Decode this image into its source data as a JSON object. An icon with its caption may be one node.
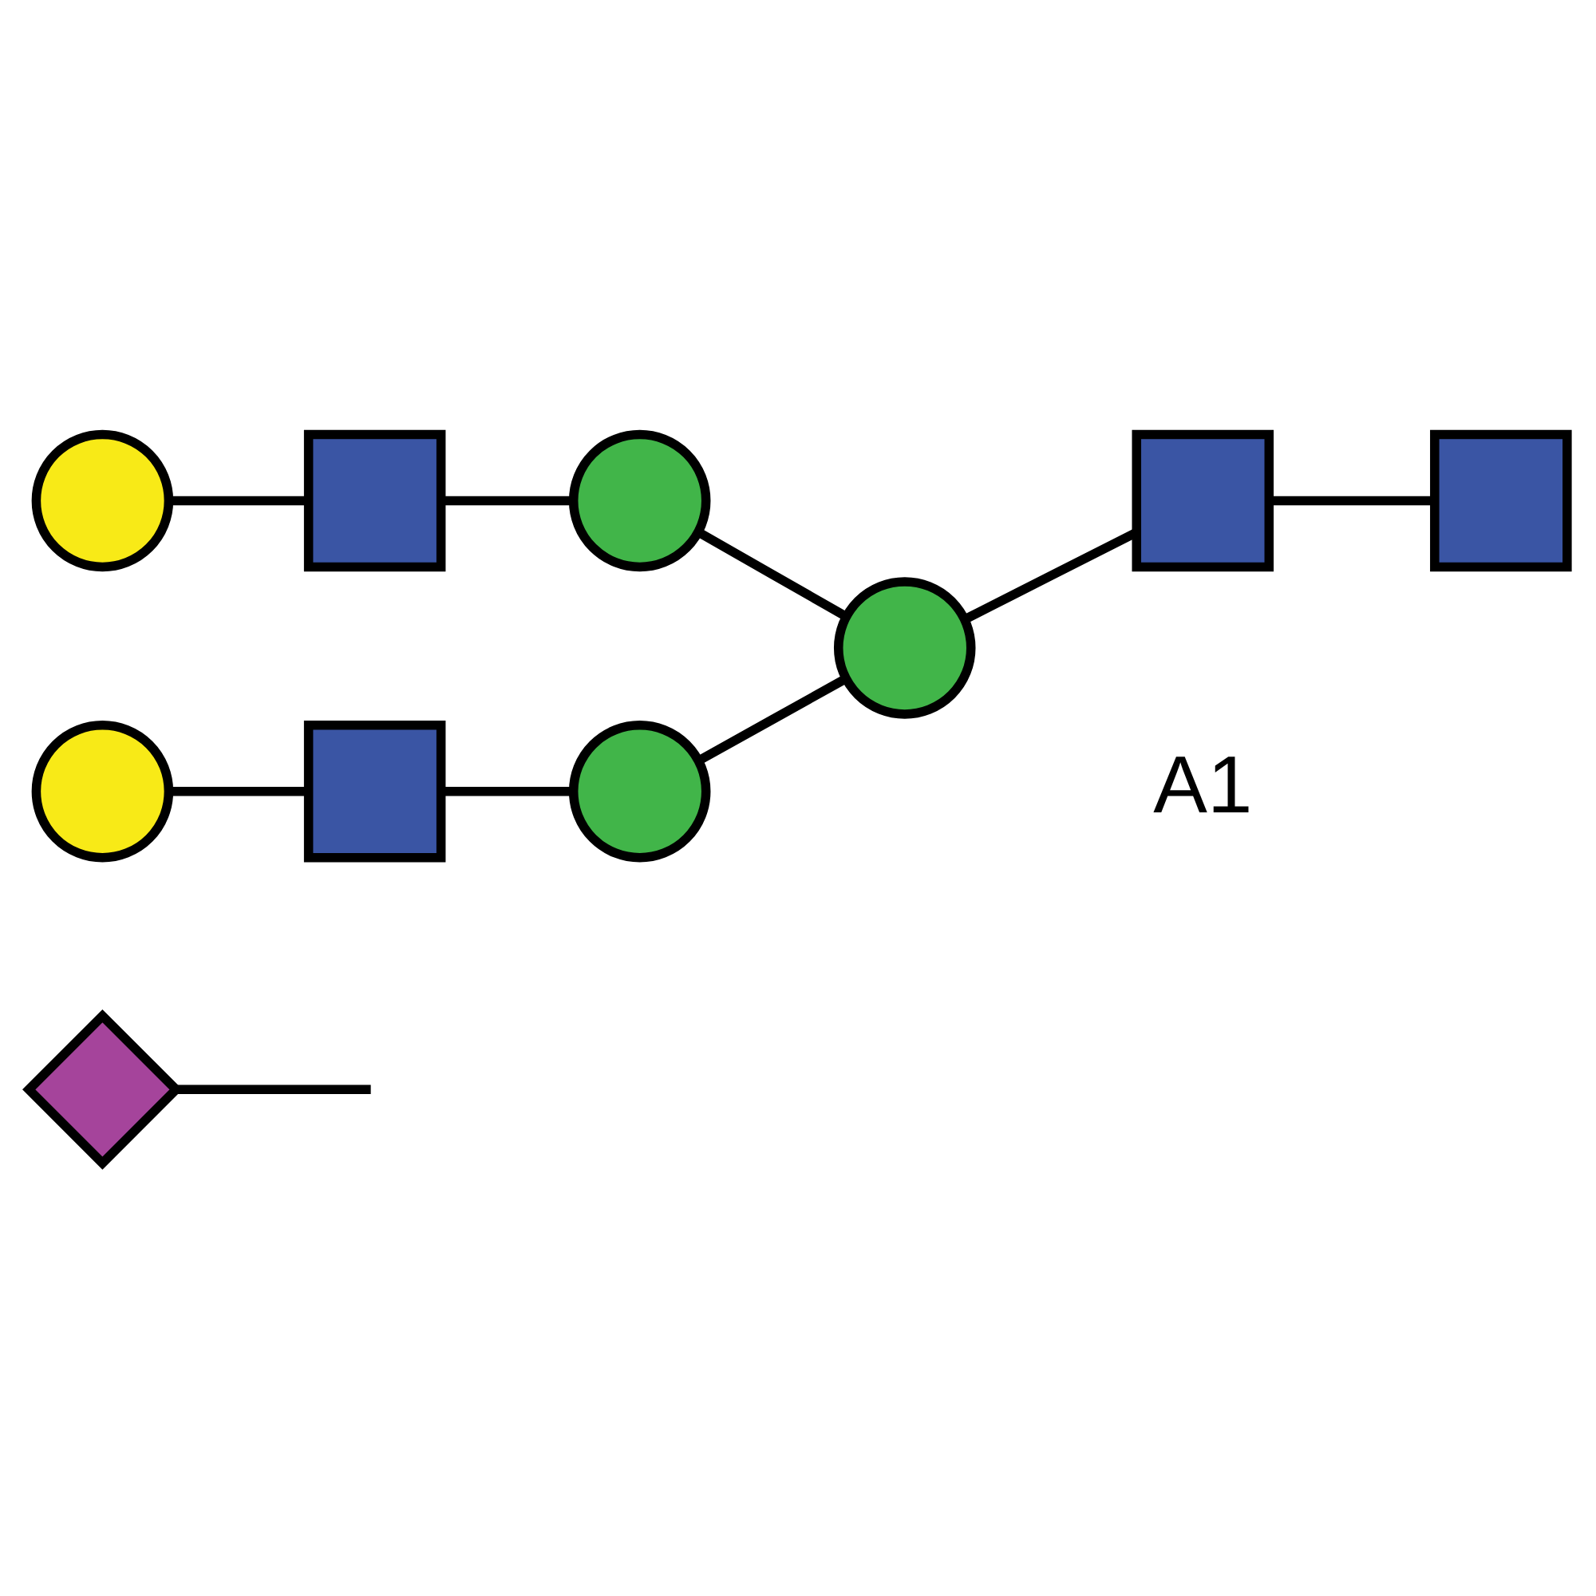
{
  "diagram": {
    "nodes": [
      {
        "text": [],
        "shape": "diamond"
      },
      {
        "text": [],
        "shape": "circle"
      },
      {
        "text": [],
        "shape": "box"
      },
      {
        "text": [],
        "shape": "circle"
      },
      {
        "text": [],
        "shape": "circle"
      },
      {
        "text": [],
        "shape": "box"
      },
      {
        "text": [],
        "shape": "circle"
      },
      {
        "text": [],
        "shape": "circle"
      },
      {
        "text": [],
        "shape": "box"
      },
      {
        "text": [],
        "shape": "box"
      }
    ],
    "edges": [
      {
        "from": 0,
        "to": null,
        "arrow": "none"
      },
      {
        "from": 1,
        "to": 2,
        "arrow": "none"
      },
      {
        "from": 2,
        "to": 3,
        "arrow": "none"
      },
      {
        "from": 3,
        "to": 7,
        "arrow": "none"
      },
      {
        "from": 4,
        "to": 5,
        "arrow": "none"
      },
      {
        "from": 5,
        "to": 6,
        "arrow": "none"
      },
      {
        "from": 6,
        "to": 7,
        "arrow": "none"
      },
      {
        "from": 7,
        "to": 8,
        "arrow": "none"
      },
      {
        "from": 8,
        "to": 9,
        "arrow": "none"
      }
    ],
    "labels": [
      "A1"
    ]
  }
}
